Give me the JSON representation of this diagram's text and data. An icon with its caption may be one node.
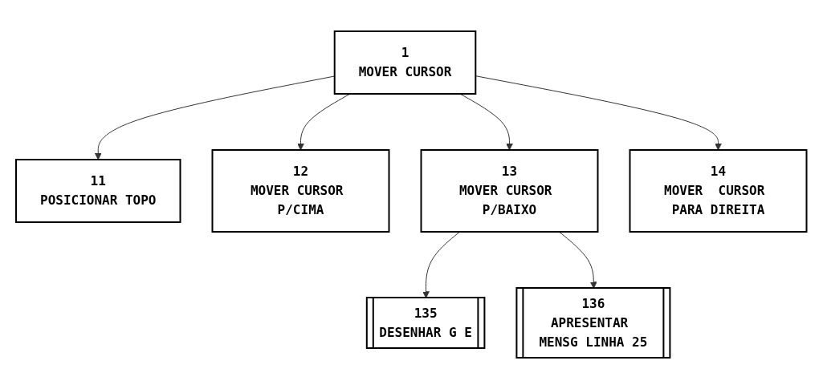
{
  "diagram": {
    "nodes": [
      {
        "text": [
          "1",
          "MOVER CURSOR"
        ]
      },
      {
        "text": [
          "11",
          "POSICIONAR TOPO"
        ]
      },
      {
        "text": [
          "12",
          "MOVER CURSOR P/CIMA"
        ]
      },
      {
        "text": [
          "13",
          "MOVER CURSOR P/BAIXO"
        ]
      },
      {
        "text": [
          "14",
          "MOVER  CURSOR PARA DIREITA"
        ]
      },
      {
        "text": [
          "135",
          "DESENHAR G E"
        ]
      },
      {
        "text": [
          "136",
          "APRESENTAR MENSG LINHA 25"
        ]
      }
    ],
    "edges": [
      {
        "from": 0,
        "to": 1,
        "arrow": "to"
      },
      {
        "from": 0,
        "to": 2,
        "arrow": "to"
      },
      {
        "from": 0,
        "to": 3,
        "arrow": "to"
      },
      {
        "from": 0,
        "to": 4,
        "arrow": "to"
      },
      {
        "from": 3,
        "to": 5,
        "arrow": "to"
      },
      {
        "from": 3,
        "to": 6,
        "arrow": "to"
      }
    ]
  }
}
